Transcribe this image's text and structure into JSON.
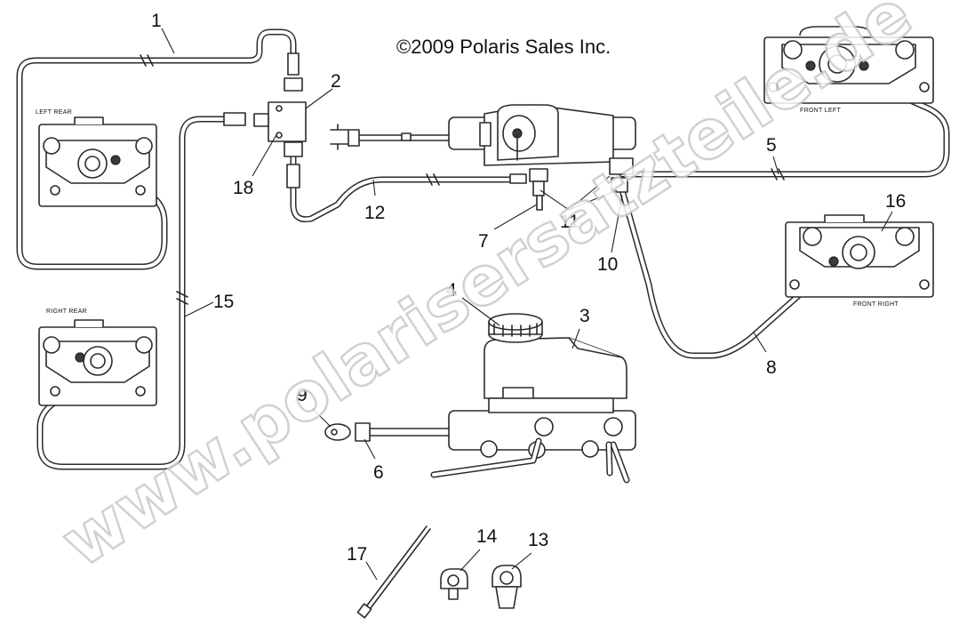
{
  "copyright": "©2009 Polaris Sales Inc.",
  "watermark": "www.polarisersatzteile.de",
  "callouts": [
    "1",
    "2",
    "3",
    "4",
    "5",
    "6",
    "7",
    "8",
    "9",
    "10",
    "11",
    "12",
    "13",
    "14",
    "15",
    "16",
    "17",
    "18"
  ],
  "caliper_labels": {
    "left_rear": "LEFT REAR",
    "right_rear": "RIGHT REAR",
    "front_left": "FRONT LEFT",
    "front_right": "FRONT RIGHT"
  }
}
